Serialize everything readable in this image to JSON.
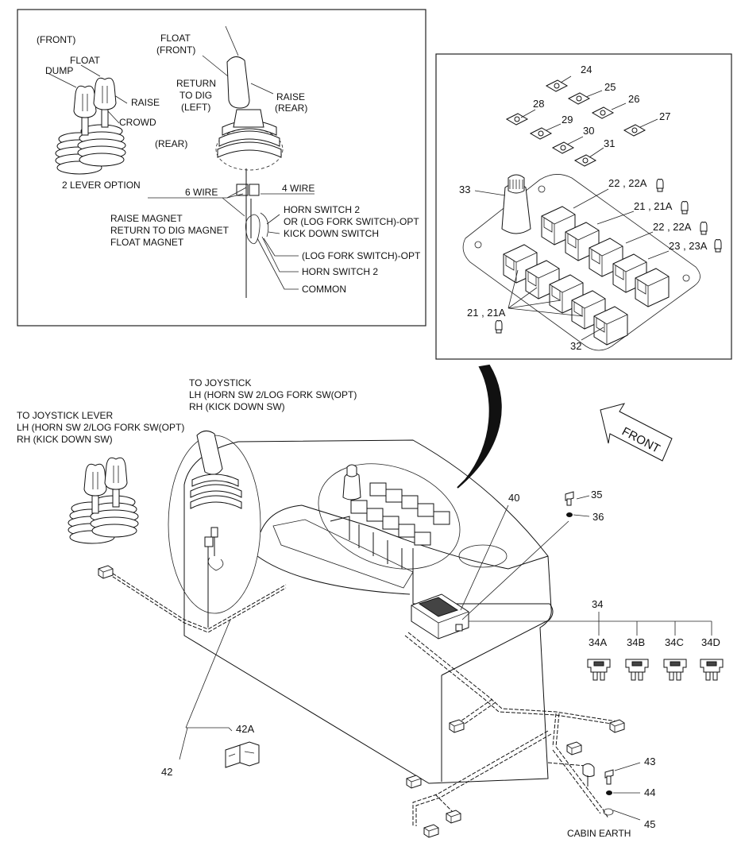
{
  "joystick_detail": {
    "front": "(FRONT)",
    "float_left": "FLOAT",
    "dump": "DUMP",
    "raise_left": "RAISE",
    "crowd": "CROWD",
    "rear_left": "(REAR)",
    "two_lever": "2 LEVER OPTION",
    "float_top": "FLOAT",
    "front_top": "(FRONT)",
    "return_to": "RETURN",
    "to_dig": "TO DIG",
    "left_paren": "(LEFT)",
    "raise_right": "RAISE",
    "rear_right": "(REAR)",
    "six_wire": "6 WIRE",
    "four_wire": "4 WIRE",
    "raise_magnet": "RAISE MAGNET",
    "return_magnet": "RETURN TO DIG MAGNET",
    "float_magnet": "FLOAT MAGNET",
    "horn2_a": "HORN SWITCH 2",
    "log_fork_opt": "OR (LOG FORK SWITCH)-OPT",
    "kick_down": "KICK DOWN SWITCH",
    "log_fork_paren": "(LOG FORK SWITCH)-OPT",
    "horn2_b": "HORN SWITCH 2",
    "common": "COMMON"
  },
  "switch_panel": {
    "callouts": [
      "24",
      "25",
      "26",
      "27",
      "28",
      "29",
      "30",
      "31",
      "33",
      "32"
    ],
    "c22": "22 , 22A",
    "c21": "21 , 21A",
    "c22b": "22 , 22A",
    "c23": "23 , 23A",
    "c21b": "21 , 21A"
  },
  "main": {
    "to_joystick": "TO JOYSTICK",
    "lh_joystick": "LH (HORN SW 2/LOG FORK SW(OPT)",
    "rh_joystick": "RH (KICK DOWN SW)",
    "to_joystick_lever": "TO JOYSTICK LEVER",
    "lh_lever": "LH (HORN SW 2/LOG FORK SW(OPT)",
    "rh_lever": "RH (KICK DOWN SW)",
    "front_arrow": "FRONT",
    "c35": "35",
    "c36": "36",
    "c40": "40",
    "c34": "34",
    "c34a": "34A",
    "c34b": "34B",
    "c34c": "34C",
    "c34d": "34D",
    "c42a": "42A",
    "c42": "42",
    "c43": "43",
    "c44": "44",
    "c45": "45",
    "cabin_earth": "CABIN EARTH"
  }
}
